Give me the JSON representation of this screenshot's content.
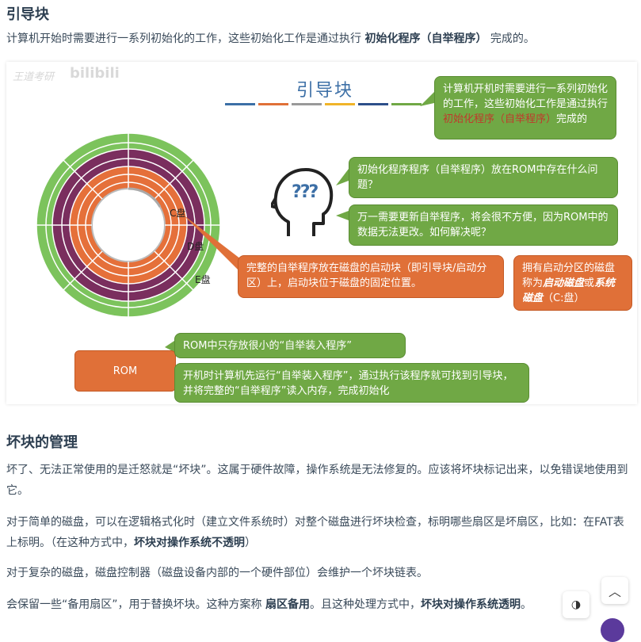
{
  "section1": {
    "heading": "引导块",
    "para_prefix": "计算机开始时需要进行一系列初始化的工作，这些初始化工作是通过执行 ",
    "para_bold": "初始化程序（自举程序）",
    "para_suffix": " 完成的。"
  },
  "figure": {
    "title": "引导块",
    "bar_colors": [
      "#3c6fa6",
      "#e07038",
      "#9a9a9a",
      "#f0b429",
      "#2d4f8a",
      "#70a845"
    ],
    "bubble_top_a": "计算机开机时需要进行一系列初始化的工作，这些初始化工作是通过执行",
    "bubble_top_red": "初始化程序（自举程序）",
    "bubble_top_b": "完成的",
    "q1": "初始化程序程序（自举程序）放在ROM中存在什么问题？",
    "q2": "万一需要更新自举程序，将会很不方便，因为ROM中的数据无法更改。如何解决呢？",
    "boot_block": "完整的自举程序放在磁盘的启动块（即引导块/启动分区）上，启动块位于磁盘的固定位置。",
    "sys_disk_a": "拥有启动分区的磁盘称为",
    "sys_disk_b1": "启动磁盘",
    "sys_disk_mid": "或",
    "sys_disk_b2": "系统磁盘",
    "sys_disk_c": "（C:盘）",
    "rom_label": "ROM",
    "rom_note": "ROM中只存放很小的“自举装入程序”",
    "boot_note": "开机时计算机先运行“自举装入程序”，通过执行该程序就可找到引导块，并将完整的“自举程序”读入内存，完成初始化",
    "disk_c": "C盘",
    "disk_d": "D盘",
    "disk_e": "E盘",
    "qmarks": "???",
    "icon_head": "thinking-head-icon"
  },
  "section2": {
    "heading": "坏块的管理",
    "p1": "坏了、无法正常使用的是迁怒就是“坏块”。这属于硬件故障，操作系统是无法修复的。应该将坏块标记出来，以免错误地使用到它。",
    "p2_a": "对于简单的磁盘，可以在逻辑格式化时（建立文件系统时）对整个磁盘进行坏块检查，标明哪些扇区是坏扇区，比如：在FAT表上标明。（在这种方式中，",
    "p2_b": "坏块对操作系统不透明",
    "p2_c": "）",
    "p3": "对于复杂的磁盘，磁盘控制器（磁盘设备内部的一个硬件部位）会维护一个坏块链表。",
    "p4_a": "会保留一些“备用扇区”，用于替换坏块。这种方案称 ",
    "p4_b": "扇区备用",
    "p4_c": "。且这种处理方式中，",
    "p4_d": "坏块对操作系统透明",
    "p4_e": "。"
  },
  "ui": {
    "scroll_top_icon": "︿",
    "theme_icon": "◑"
  }
}
